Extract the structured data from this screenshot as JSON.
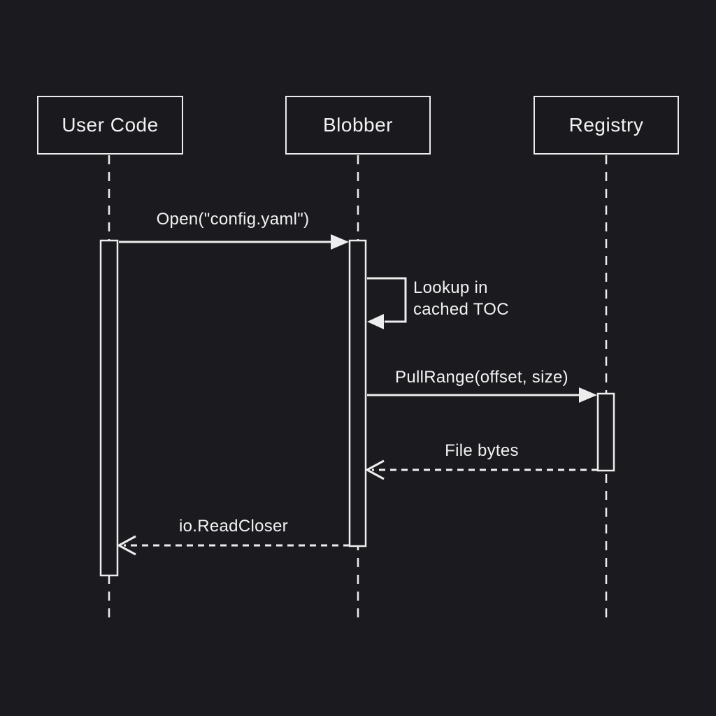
{
  "diagram": {
    "type": "sequence",
    "background_color": "#1b1b1f",
    "line_color": "#ededed",
    "text_color": "#f2f2f2",
    "participants": [
      {
        "id": "user-code",
        "label": "User Code"
      },
      {
        "id": "blobber",
        "label": "Blobber"
      },
      {
        "id": "registry",
        "label": "Registry"
      }
    ],
    "messages": [
      {
        "from": "user-code",
        "to": "blobber",
        "label": "Open(\"config.yaml\")",
        "style": "solid-call"
      },
      {
        "from": "blobber",
        "to": "blobber",
        "label": "Lookup in cached TOC",
        "label_line1": "Lookup in",
        "label_line2": "cached TOC",
        "style": "self-message"
      },
      {
        "from": "blobber",
        "to": "registry",
        "label": "PullRange(offset, size)",
        "style": "solid-call"
      },
      {
        "from": "registry",
        "to": "blobber",
        "label": "File bytes",
        "style": "dashed-return"
      },
      {
        "from": "blobber",
        "to": "user-code",
        "label": "io.ReadCloser",
        "style": "dashed-return"
      }
    ]
  }
}
